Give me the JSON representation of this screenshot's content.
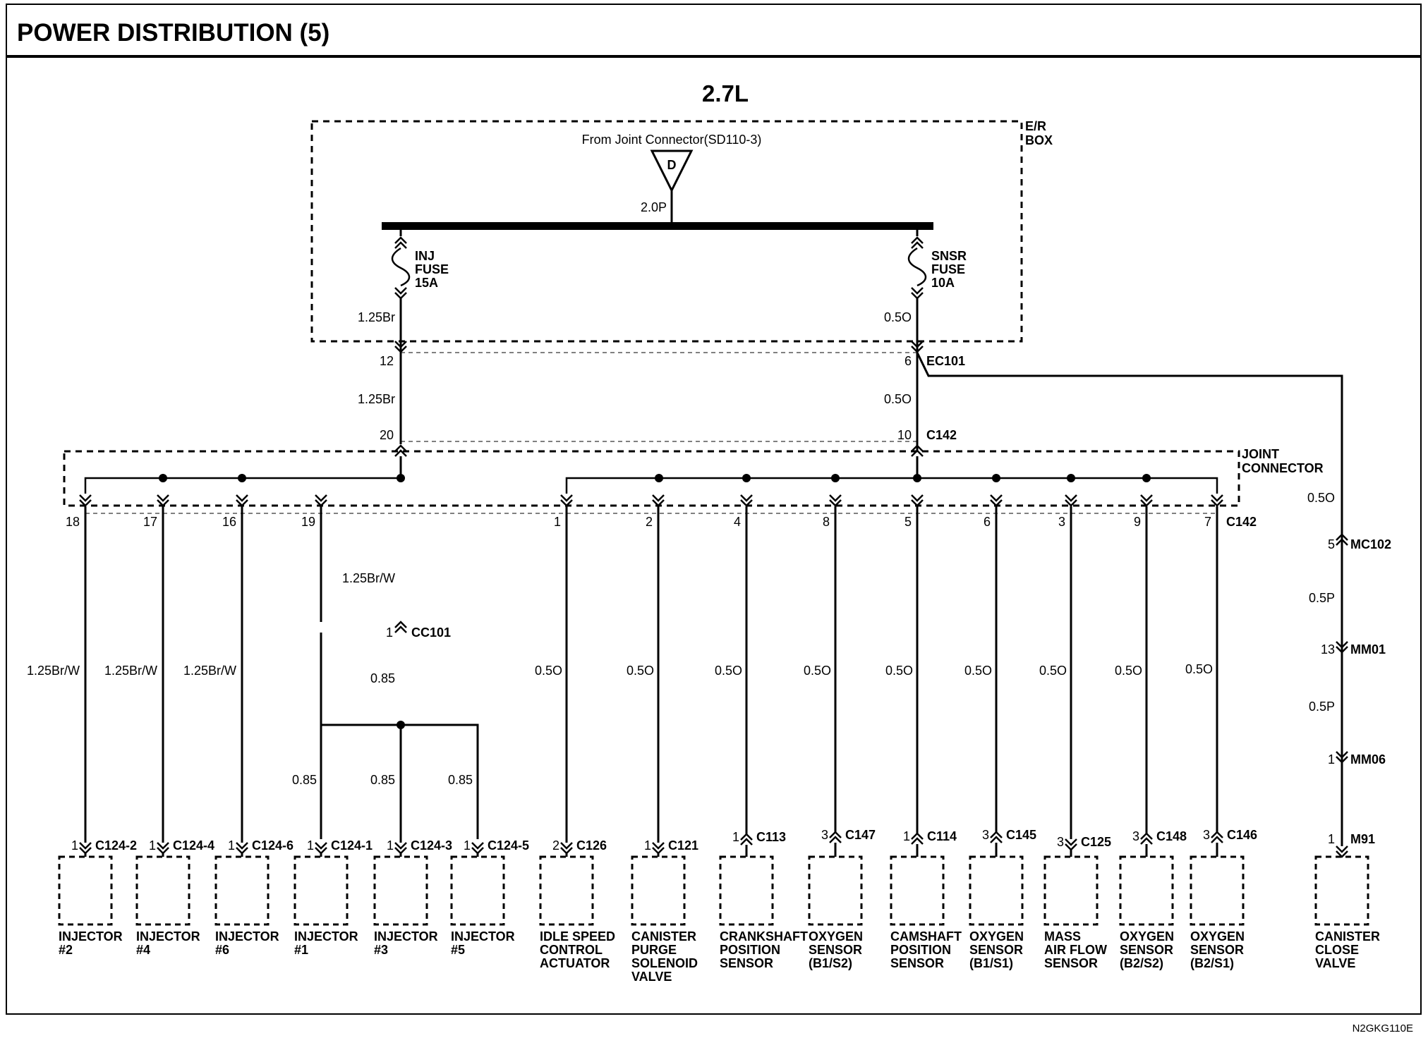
{
  "header": {
    "title": "POWER DISTRIBUTION (5)"
  },
  "diagram": {
    "engine": "2.7L",
    "er_box": {
      "label_line1": "E/R",
      "label_line2": "BOX"
    },
    "source": {
      "label": "From Joint Connector(SD110-3)",
      "symbol": "D",
      "wire": "2.0P"
    },
    "inj_fuse": {
      "line1": "INJ",
      "line2": "FUSE",
      "line3": "15A"
    },
    "snsr_fuse": {
      "line1": "SNSR",
      "line2": "FUSE",
      "line3": "10A"
    },
    "wires": {
      "inj_1": "1.25Br",
      "inj_2": "1.25Br",
      "snsr_1": "0.5O",
      "snsr_2": "0.5O",
      "inj_down": "1.25Br/W",
      "cc_down": "0.85",
      "inj_branch_a": "0.85",
      "inj_branch_b": "0.85",
      "inj_branch_c": "0.85",
      "mc_1": "0.5O",
      "mc_2": "0.5P",
      "mc_3": "0.5P"
    },
    "pins": {
      "ec101_inj": "12",
      "ec101_snsr": "6",
      "c142_inj": "20",
      "c142_snsr": "10"
    },
    "connectors": {
      "ec101": "EC101",
      "c142_top": "C142",
      "c142_bottom": "C142",
      "cc101_pin": "1",
      "cc101": "CC101"
    },
    "joint": {
      "line1": "JOINT",
      "line2": "CONNECTOR"
    },
    "canister_chain": {
      "mc102_pin": "5",
      "mc102": "MC102",
      "mm01_pin": "13",
      "mm01": "MM01",
      "mm06_pin": "1",
      "mm06": "MM06",
      "m91_pin": "1",
      "m91": "M91"
    },
    "branches": [
      {
        "joint_pin": "18",
        "wire": "1.25Br/W",
        "pin": "1",
        "conn": "C124-2",
        "lines": [
          "INJECTOR",
          "#2"
        ]
      },
      {
        "joint_pin": "17",
        "wire": "1.25Br/W",
        "pin": "1",
        "conn": "C124-4",
        "lines": [
          "INJECTOR",
          "#4"
        ]
      },
      {
        "joint_pin": "16",
        "wire": "1.25Br/W",
        "pin": "1",
        "conn": "C124-6",
        "lines": [
          "INJECTOR",
          "#6"
        ]
      },
      {
        "joint_pin": "19",
        "wire": "0.85",
        "pin": "1",
        "conn": "C124-1",
        "lines": [
          "INJECTOR",
          "#1"
        ]
      },
      {
        "joint_pin": "",
        "wire": "0.85",
        "pin": "1",
        "conn": "C124-3",
        "lines": [
          "INJECTOR",
          "#3"
        ]
      },
      {
        "joint_pin": "",
        "wire": "0.85",
        "pin": "1",
        "conn": "C124-5",
        "lines": [
          "INJECTOR",
          "#5"
        ]
      },
      {
        "joint_pin": "1",
        "wire": "0.5O",
        "pin": "2",
        "conn": "C126",
        "lines": [
          "IDLE SPEED",
          "CONTROL",
          "ACTUATOR"
        ]
      },
      {
        "joint_pin": "2",
        "wire": "0.5O",
        "pin": "1",
        "conn": "C121",
        "lines": [
          "CANISTER",
          "PURGE",
          "SOLENOID",
          "VALVE"
        ]
      },
      {
        "joint_pin": "4",
        "wire": "0.5O",
        "pin": "1",
        "conn": "C113",
        "lines": [
          "CRANKSHAFT",
          "POSITION",
          "SENSOR"
        ]
      },
      {
        "joint_pin": "8",
        "wire": "0.5O",
        "pin": "3",
        "conn": "C147",
        "lines": [
          "OXYGEN",
          "SENSOR",
          "(B1/S2)"
        ]
      },
      {
        "joint_pin": "5",
        "wire": "0.5O",
        "pin": "1",
        "conn": "C114",
        "lines": [
          "CAMSHAFT",
          "POSITION",
          "SENSOR"
        ]
      },
      {
        "joint_pin": "6",
        "wire": "0.5O",
        "pin": "3",
        "conn": "C145",
        "lines": [
          "OXYGEN",
          "SENSOR",
          "(B1/S1)"
        ]
      },
      {
        "joint_pin": "3",
        "wire": "0.5O",
        "pin": "3",
        "conn": "C125",
        "lines": [
          "MASS",
          "AIR FLOW",
          "SENSOR"
        ]
      },
      {
        "joint_pin": "9",
        "wire": "0.5O",
        "pin": "3",
        "conn": "C148",
        "lines": [
          "OXYGEN",
          "SENSOR",
          "(B2/S2)"
        ]
      },
      {
        "joint_pin": "7",
        "wire": "0.5O",
        "pin": "3",
        "conn": "C146",
        "lines": [
          "OXYGEN",
          "SENSOR",
          "(B2/S1)"
        ]
      },
      {
        "joint_pin": "",
        "wire": "",
        "pin": "",
        "conn": "",
        "lines": [
          "CANISTER",
          "CLOSE",
          "VALVE"
        ]
      }
    ],
    "footer_code": "N2GKG110E"
  }
}
